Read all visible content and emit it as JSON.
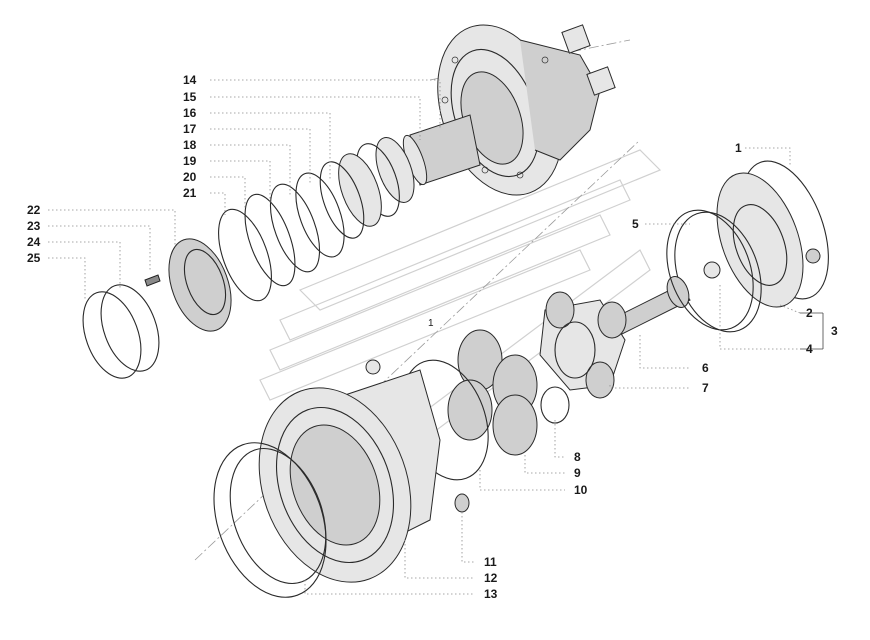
{
  "labels": {
    "l1": "1",
    "l2": "2",
    "l3": "3",
    "l4": "4",
    "l5": "5",
    "l6": "6",
    "l7": "7",
    "l8": "8",
    "l9": "9",
    "l10": "10",
    "l11": "11",
    "l12": "12",
    "l13": "13",
    "l14": "14",
    "l15": "15",
    "l16": "16",
    "l17": "17",
    "l18": "18",
    "l19": "19",
    "l20": "20",
    "l21": "21",
    "l22": "22",
    "l23": "23",
    "l24": "24",
    "l25": "25",
    "axis_marker": "1"
  },
  "colors": {
    "line": "#2a2a2a",
    "shade": "#cfcfcf",
    "leader": "#8a8a8a",
    "background": "#ffffff"
  }
}
